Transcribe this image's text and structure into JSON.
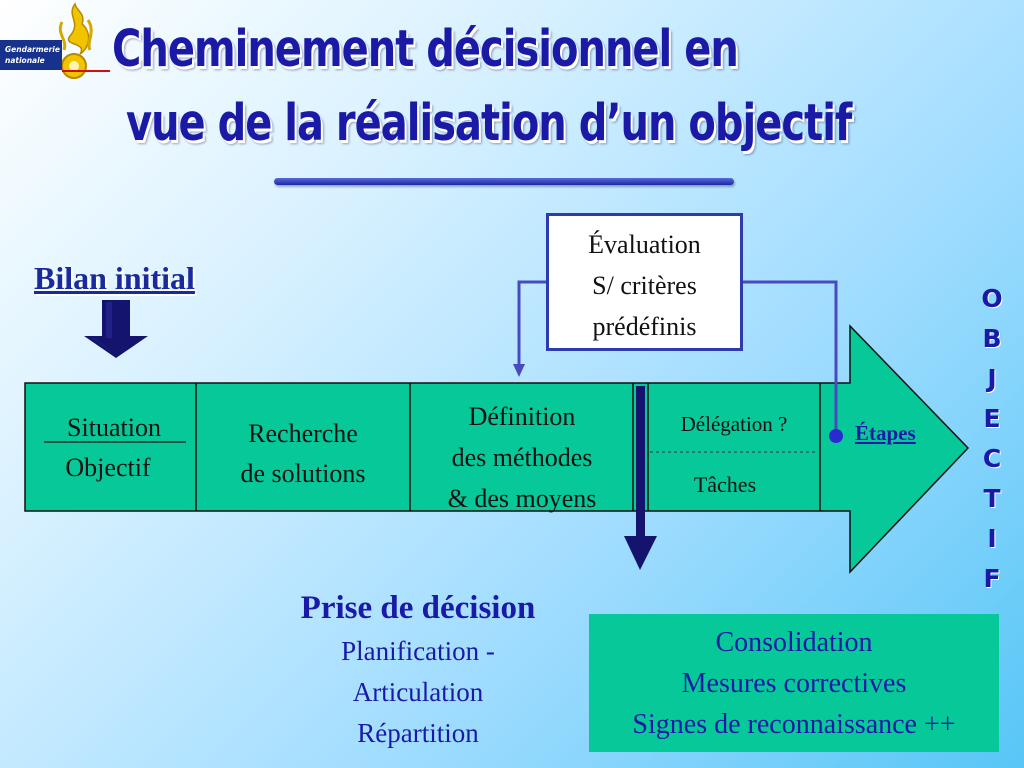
{
  "logo": {
    "line1": "Gendarmerie",
    "line2": "nationale"
  },
  "title": {
    "line1": "Cheminement décisionnel en",
    "line2": "vue de la réalisation d’un objectif"
  },
  "bilan_initial": "Bilan initial",
  "evaluation": {
    "line1": "Évaluation",
    "line2": "S/ critères",
    "line3": "prédéfinis"
  },
  "process": {
    "situation": "Situation",
    "objectif": "Objectif",
    "recherche_line1": "Recherche",
    "recherche_line2": "de solutions",
    "definition_line1": "Définition",
    "definition_line2": "des méthodes",
    "definition_line3": "& des moyens",
    "delegation": "Délégation ?",
    "taches": "Tâches",
    "etapes": "Étapes"
  },
  "objectif_letters": [
    "O",
    "B",
    "J",
    "E",
    "C",
    "T",
    "I",
    "F"
  ],
  "decision": {
    "title": "Prise de décision",
    "line1": "Planification -",
    "line2": "Articulation",
    "line3": "Répartition"
  },
  "consolidation": {
    "line1": "Consolidation",
    "line2": "Mesures correctives",
    "line3": "Signes de reconnaissance ++"
  },
  "colors": {
    "arrow_fill": "#07c898",
    "title_blue": "#1a1aa6",
    "navy": "#14146e",
    "box_border": "#2e3bb0"
  }
}
